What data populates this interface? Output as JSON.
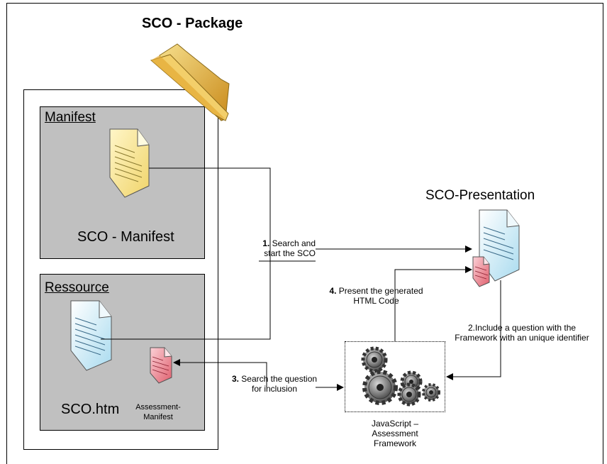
{
  "title": "SCO - Package",
  "manifest_panel": {
    "heading": "Manifest",
    "doc_label": "SCO - Manifest"
  },
  "resource_panel": {
    "heading": "Ressource",
    "doc_label": "SCO.htm",
    "assessment_label_line1": "Assessment-",
    "assessment_label_line2": "Manifest"
  },
  "presentation": {
    "heading": "SCO-Presentation"
  },
  "framework": {
    "line1": "JavaScript –",
    "line2": "Assessment",
    "line3": "Framework"
  },
  "steps": {
    "s1_num": "1.",
    "s1_line1": " Search and",
    "s1_line2": "start the SCO",
    "s2_line1": "2.Include a question with the",
    "s2_line2": "Framework with an unique identifier",
    "s3_num": "3.",
    "s3_line1": " Search the question",
    "s3_line2": "for inclusion",
    "s4_num": "4.",
    "s4_line1": " Present the generated",
    "s4_line2": "HTML Code"
  },
  "colors": {
    "panel": "#c0c0c0",
    "yellow_doc": "#f7e08a",
    "blue_doc": "#cfe8f2",
    "red_doc": "#ef8f9a",
    "folder": "#e9b94a"
  }
}
